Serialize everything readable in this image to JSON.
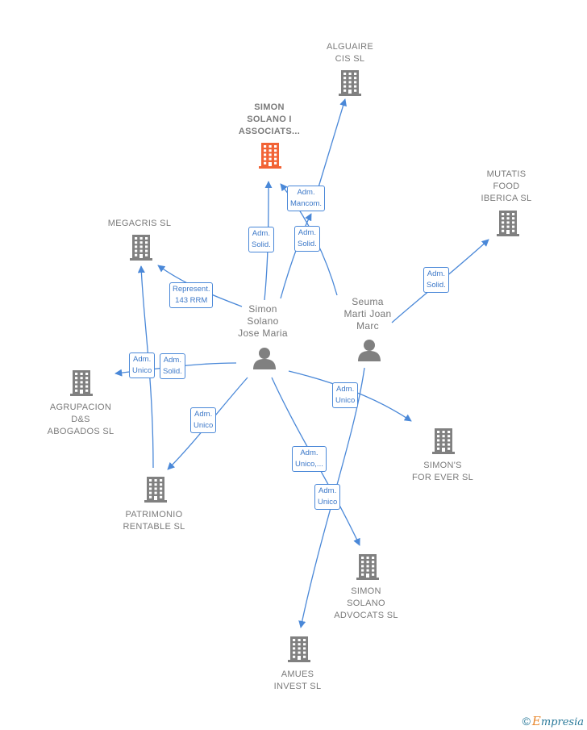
{
  "colors": {
    "edge": "#4a88d8",
    "company": "#808080",
    "main_company": "#f26335",
    "person": "#808080"
  },
  "nodes": [
    {
      "id": "alguaire",
      "kind": "company",
      "lines": [
        "ALGUAIRE",
        "CIS  SL"
      ]
    },
    {
      "id": "simon_solano_associats",
      "kind": "main",
      "lines": [
        "SIMON",
        "SOLANO I",
        "ASSOCIATS..."
      ]
    },
    {
      "id": "mutatis",
      "kind": "company",
      "lines": [
        "MUTATIS",
        "FOOD",
        "IBERICA  SL"
      ]
    },
    {
      "id": "megacris",
      "kind": "company",
      "lines": [
        "MEGACRIS  SL"
      ]
    },
    {
      "id": "simon_solano_jose_maria",
      "kind": "person",
      "lines": [
        "Simon",
        "Solano",
        "Jose Maria"
      ]
    },
    {
      "id": "seuma",
      "kind": "person",
      "lines": [
        "Seuma",
        "Marti Joan",
        "Marc"
      ]
    },
    {
      "id": "agrupacion",
      "kind": "company",
      "lines": [
        "AGRUPACION",
        "D&S",
        "ABOGADOS SL"
      ]
    },
    {
      "id": "simons_for_ever",
      "kind": "company",
      "lines": [
        "SIMON'S",
        "FOR EVER SL"
      ]
    },
    {
      "id": "patrimonio",
      "kind": "company",
      "lines": [
        "PATRIMONIO",
        "RENTABLE  SL"
      ]
    },
    {
      "id": "simon_solano_advocats",
      "kind": "company",
      "lines": [
        "SIMON",
        "SOLANO",
        "ADVOCATS SL"
      ]
    },
    {
      "id": "amues",
      "kind": "company",
      "lines": [
        "AMUES",
        "INVEST  SL"
      ]
    }
  ],
  "edge_labels": [
    {
      "id": "e1",
      "lines": [
        "Adm.",
        "Mancom."
      ]
    },
    {
      "id": "e2",
      "lines": [
        "Adm.",
        "Solid."
      ]
    },
    {
      "id": "e3",
      "lines": [
        "Adm.",
        "Solid."
      ]
    },
    {
      "id": "e4",
      "lines": [
        "Adm.",
        "Solid."
      ]
    },
    {
      "id": "e5",
      "lines": [
        "Represent.",
        "143 RRM"
      ]
    },
    {
      "id": "e6",
      "lines": [
        "Adm.",
        "Unico"
      ]
    },
    {
      "id": "e7",
      "lines": [
        "Adm.",
        "Solid."
      ]
    },
    {
      "id": "e8",
      "lines": [
        "Adm.",
        "Unico"
      ]
    },
    {
      "id": "e9",
      "lines": [
        "Adm.",
        "Unico"
      ]
    },
    {
      "id": "e10",
      "lines": [
        "Adm.",
        "Unico,..."
      ]
    },
    {
      "id": "e11",
      "lines": [
        "Adm.",
        "Unico"
      ]
    }
  ],
  "footer": {
    "copyright": "©",
    "brand_initial": "E",
    "brand_rest": "mpresia"
  }
}
